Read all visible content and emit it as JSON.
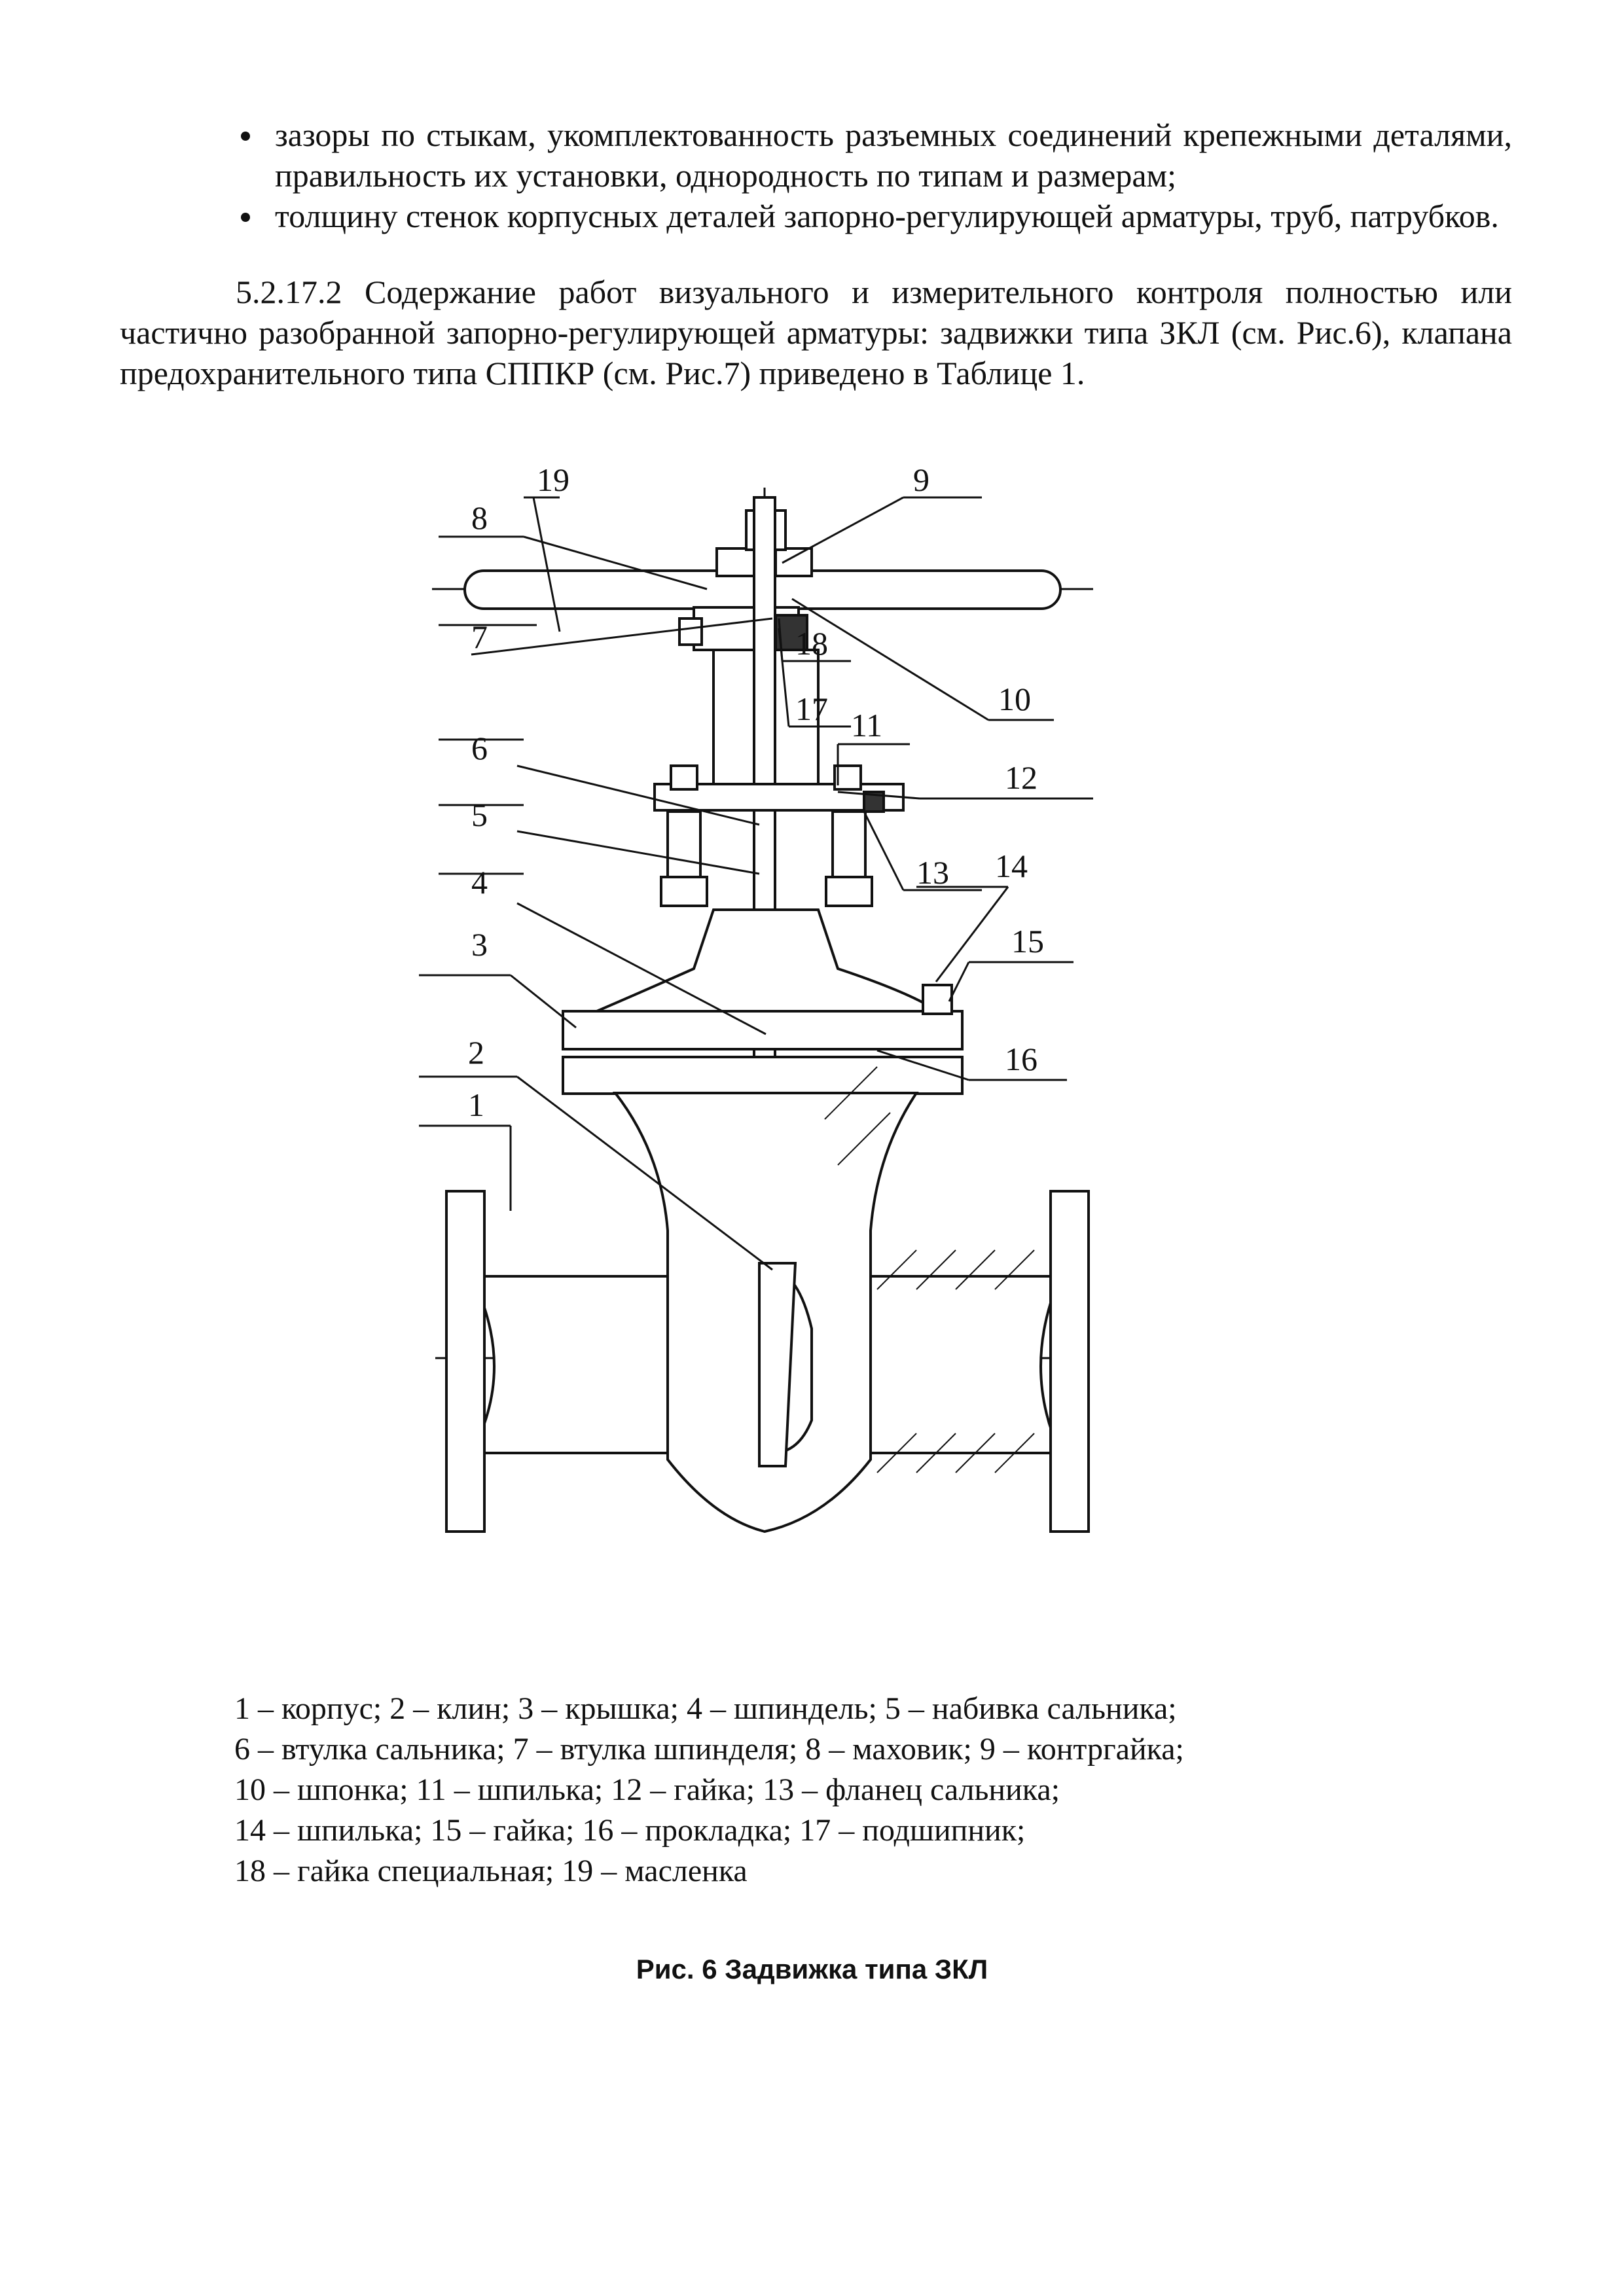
{
  "bullets": [
    "зазоры по стыкам, укомплектованность разъемных соединений крепежными деталями, правильность их установки, однородность по типам и размерам;",
    "толщину стенок корпусных деталей запорно-регулирующей арматуры, труб, патрубков."
  ],
  "paragraph": "5.2.17.2 Содержание работ визуального и измерительного контроля полностью или частично разобранной запорно-регулирующей арматуры: задвижки типа ЗКЛ (см. Рис.6), клапана предохранительного типа СППКР (см. Рис.7) приведено в Таблице 1.",
  "callouts": [
    "1",
    "2",
    "3",
    "4",
    "5",
    "6",
    "7",
    "8",
    "9",
    "10",
    "11",
    "12",
    "13",
    "14",
    "15",
    "16",
    "17",
    "18",
    "19"
  ],
  "legend": [
    "1 – корпус;  2 – клин;  3 – крышка;  4 – шпиндель; 5 – набивка сальника;",
    "6 – втулка сальника; 7 – втулка шпинделя;  8 – маховик;  9 – контргайка;",
    "10 – шпонка;  11 – шпилька;  12 – гайка; 13 – фланец сальника;",
    "14 – шпилька; 15 – гайка; 16 – прокладка; 17 – подшипник;",
    "18 – гайка специальная; 19 – масленка"
  ],
  "caption": "Рис. 6 Задвижка типа ЗКЛ"
}
